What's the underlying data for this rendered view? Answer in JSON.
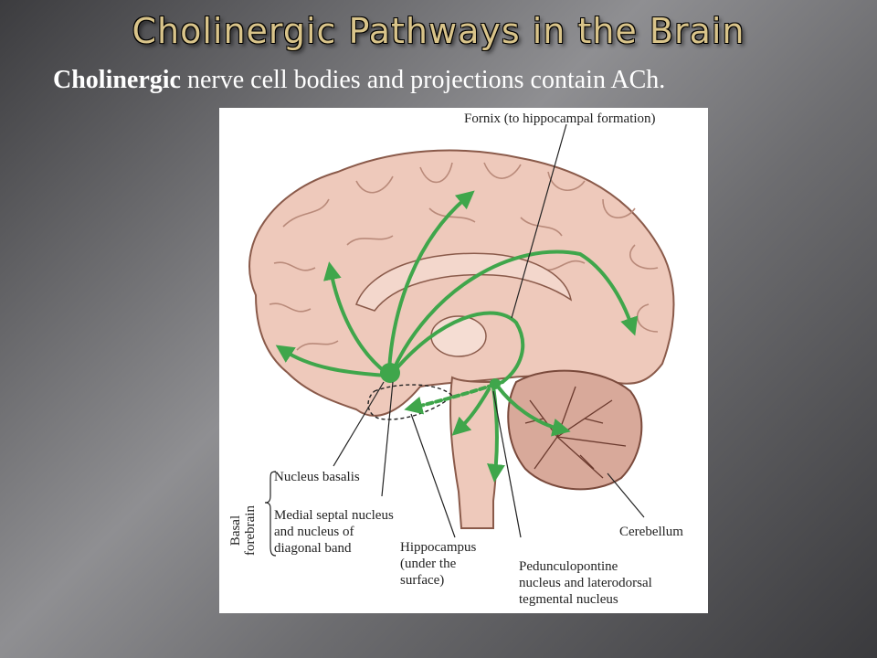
{
  "slide": {
    "title": "Cholinergic Pathways in the Brain",
    "subtitle_bold": "Cholinergic",
    "subtitle_rest": " nerve cell bodies and projections contain ACh."
  },
  "figure": {
    "labels": {
      "fornix": "Fornix (to hippocampal formation)",
      "nucleus_basalis": "Nucleus basalis",
      "medial_septal": "Medial septal nucleus\nand nucleus of\ndiagonal band",
      "basal_forebrain": "Basal\nforebrain",
      "hippocampus": "Hippocampus\n(under the\nsurface)",
      "cerebellum": "Cerebellum",
      "pedunculopontine": "Pedunculopontine\nnucleus and laterodorsal\ntegmental nucleus"
    },
    "colors": {
      "pathway": "#3fa64b",
      "brain": "#eec9bb",
      "brain_outline": "#8a5a4a",
      "cerebellum": "#d8a99a"
    }
  }
}
